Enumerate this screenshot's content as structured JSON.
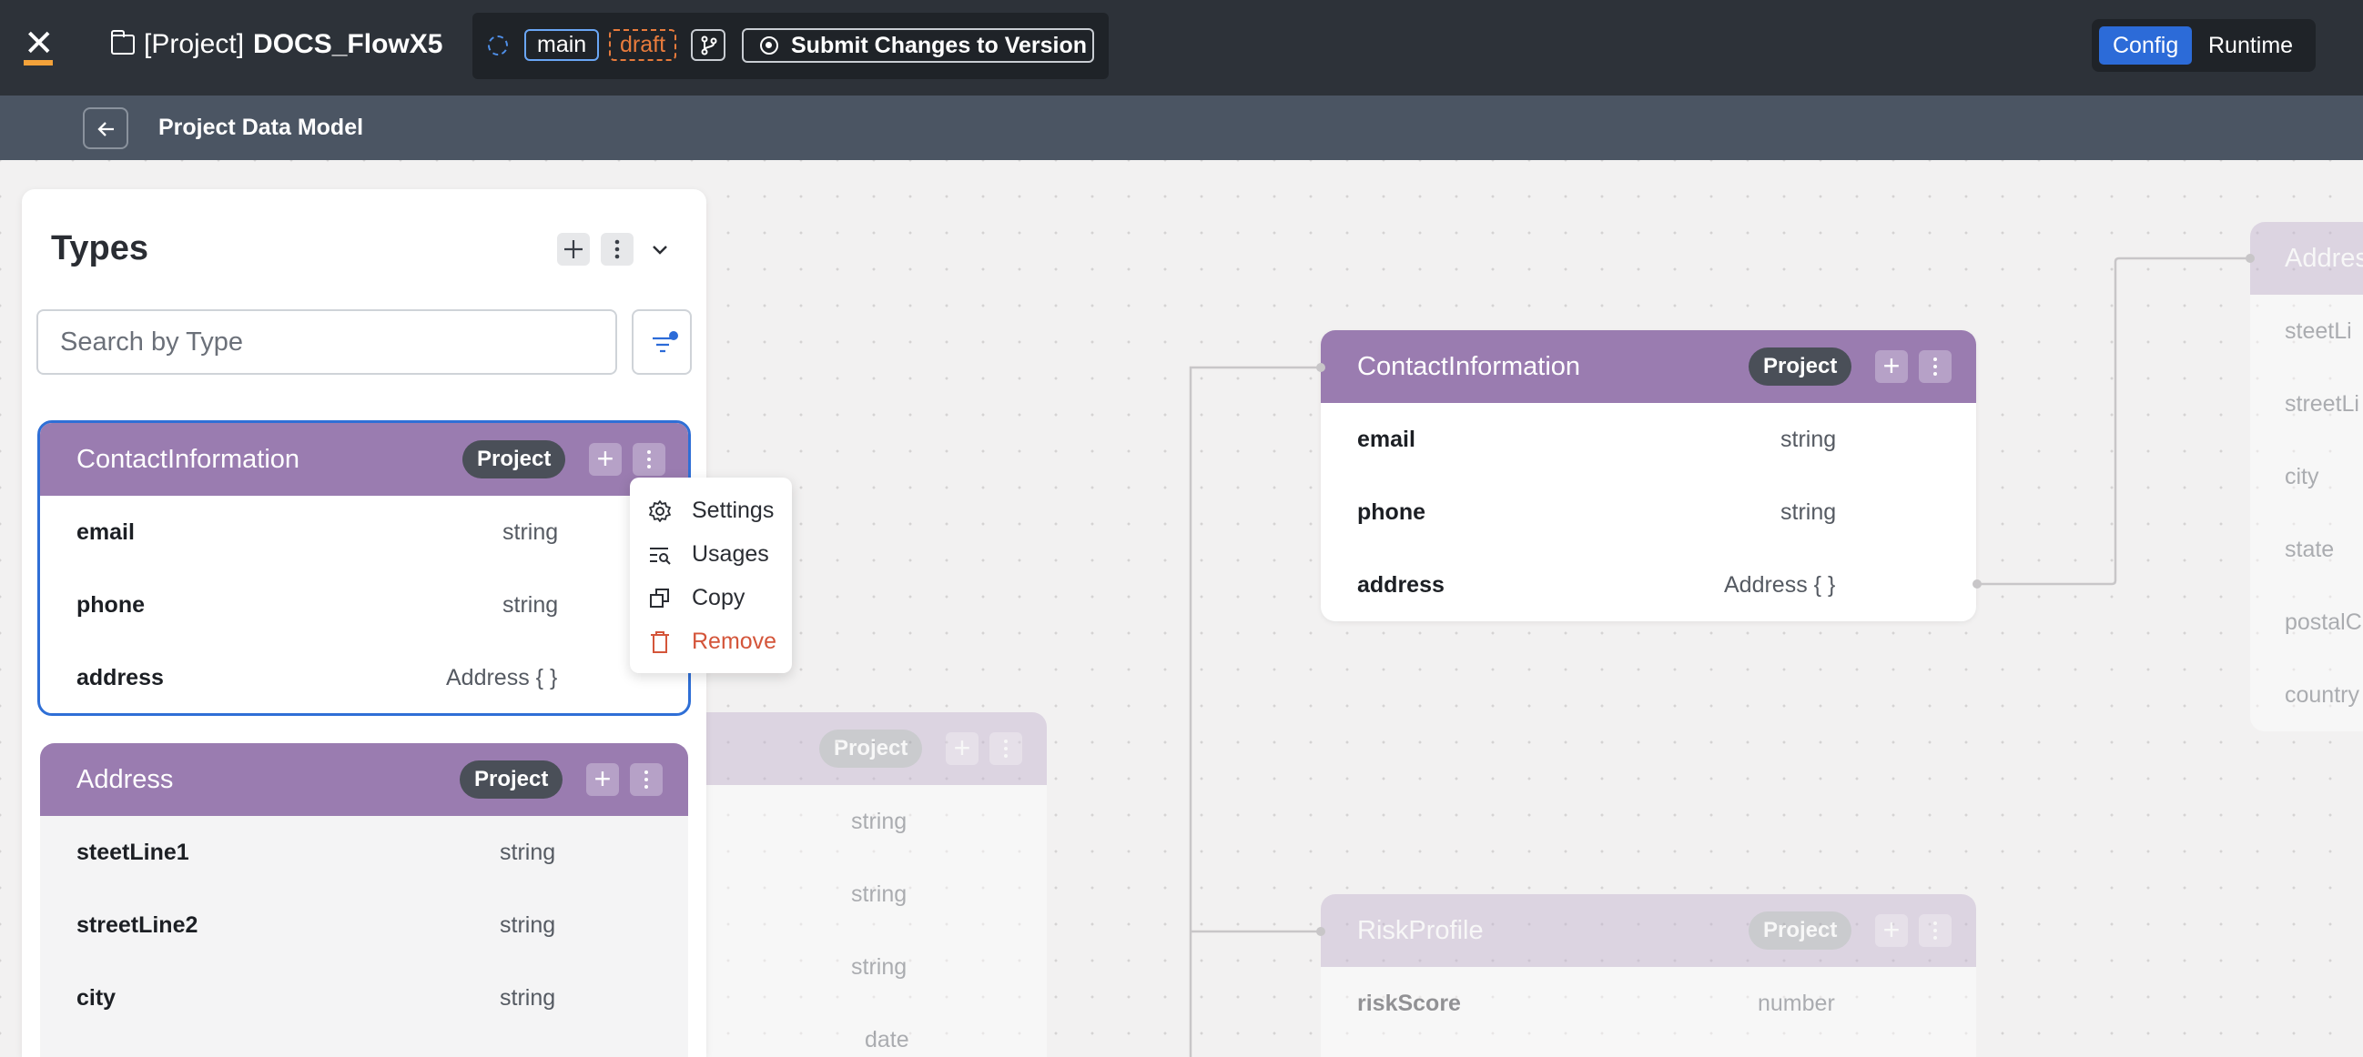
{
  "app": {
    "project_prefix": "[Project]",
    "project_name": "DOCS_FlowX5",
    "branch": "main",
    "status": "draft",
    "submit_label": "Submit Changes to Version",
    "modes": [
      "Config",
      "Runtime"
    ],
    "active_mode": "Config"
  },
  "subheader": {
    "title": "Project Data Model"
  },
  "panel": {
    "title": "Types",
    "search_placeholder": "Search by Type",
    "cards": [
      {
        "name": "ContactInformation",
        "badge": "Project",
        "fields": [
          {
            "name": "email",
            "type": "string"
          },
          {
            "name": "phone",
            "type": "string"
          },
          {
            "name": "address",
            "type": "Address { }"
          }
        ]
      },
      {
        "name": "Address",
        "badge": "Project",
        "fields": [
          {
            "name": "steetLine1",
            "type": "string"
          },
          {
            "name": "streetLine2",
            "type": "string"
          },
          {
            "name": "city",
            "type": "string"
          }
        ]
      }
    ]
  },
  "context_menu": {
    "items": [
      {
        "label": "Settings",
        "icon": "gear-icon"
      },
      {
        "label": "Usages",
        "icon": "usages-icon"
      },
      {
        "label": "Copy",
        "icon": "copy-icon"
      },
      {
        "label": "Remove",
        "icon": "trash-icon"
      }
    ]
  },
  "canvas": {
    "contact_card": {
      "name": "ContactInformation",
      "badge": "Project",
      "fields": [
        {
          "name": "email",
          "type": "string"
        },
        {
          "name": "phone",
          "type": "string"
        },
        {
          "name": "address",
          "type": "Address { }"
        }
      ]
    },
    "risk_card": {
      "name": "RiskProfile",
      "badge": "Project",
      "fields": [
        {
          "name": "riskScore",
          "type": "number"
        }
      ]
    },
    "address_card": {
      "name": "Addres",
      "fields": [
        "steetLi",
        "streetLi",
        "city",
        "state",
        "postalC",
        "country"
      ]
    },
    "hidden_card": {
      "badge": "Project",
      "types": [
        "string",
        "string",
        "string",
        "date"
      ]
    }
  },
  "colors": {
    "topbar": "#2d3239",
    "type_header": "#9a7cb0",
    "accent": "#2c6bd8",
    "draft": "#e87b3c",
    "remove": "#d4553a"
  }
}
